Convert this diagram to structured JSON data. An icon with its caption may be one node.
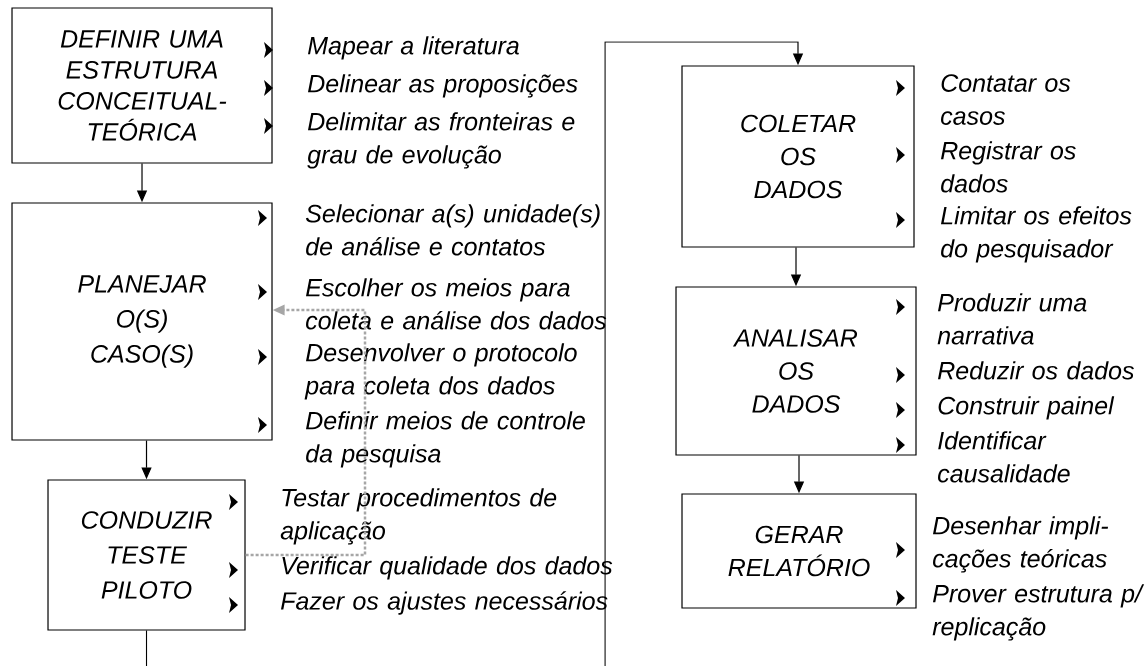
{
  "diagram": {
    "nodes": [
      {
        "text": [
          "DEFINIR UMA ESTRUTURA CONCEITUAL-TEÓRICA"
        ],
        "beside": [
          "Mapear a literatura",
          "Delinear as proposições",
          "Delimitar as fronteiras e grau de evolução"
        ]
      },
      {
        "text": [
          "PLANEJAR O(S) CASO(S)"
        ],
        "beside": [
          "Selecionar a(s) unidade(s) de análise e contatos",
          "Escolher os meios para coleta e análise dos dados",
          "Desenvolver o protocolo para coleta dos dados",
          "Definir meios de controle da pesquisa"
        ]
      },
      {
        "text": [
          "CONDUZIR TESTE PILOTO"
        ],
        "beside": [
          "Testar procedimentos de aplicação",
          "Verificar qualidade dos dados",
          "Fazer os ajustes necessários"
        ]
      },
      {
        "text": [
          "COLETAR OS DADOS"
        ],
        "beside": [
          "Contatar os casos",
          "Registrar os dados",
          "Limitar os efeitos do pesquisador"
        ]
      },
      {
        "text": [
          "ANALISAR OS DADOS"
        ],
        "beside": [
          "Produzir uma narrativa",
          "Reduzir os dados",
          "Construir painel",
          "Identificar causalidade"
        ]
      },
      {
        "text": [
          "GERAR RELATÓRIO"
        ],
        "beside": [
          "Desenhar impli- cações teóricas",
          "Prover estrutura p/ replicação"
        ]
      }
    ],
    "edges": [
      {
        "from": 0,
        "to": 1,
        "arrow": "to"
      },
      {
        "from": 1,
        "to": 2,
        "arrow": "to"
      },
      {
        "from": 2,
        "to": null,
        "arrow": "none"
      },
      {
        "from": null,
        "to": 3,
        "arrow": "to"
      },
      {
        "from": 3,
        "to": 4,
        "arrow": "to"
      },
      {
        "from": 4,
        "to": 5,
        "arrow": "to"
      },
      {
        "from": 2,
        "to": 1,
        "arrow": "to",
        "style": "dashed",
        "color": "#a6a6a6"
      }
    ]
  }
}
